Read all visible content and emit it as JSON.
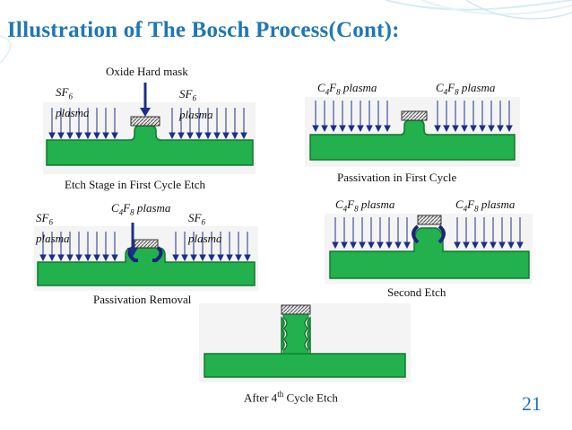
{
  "slide": {
    "title": "Illustration of The Bosch Process(Cont):",
    "page_number": "21"
  },
  "panels": {
    "p1": {
      "label_mask": "Oxide Hard mask",
      "label_left_sf": "SF",
      "label_left_sub": "6",
      "label_left_plasma": "plasma",
      "label_right_sf": "SF",
      "label_right_sub": "6",
      "label_right_plasma": "plasma",
      "caption": "Etch Stage in First Cycle Etch"
    },
    "p2": {
      "label_left_c": "C",
      "label_left_sub1": "4",
      "label_left_f": "F",
      "label_left_sub2": "8",
      "label_left_plasma": " plasma",
      "label_right_c": "C",
      "label_right_sub1": "4",
      "label_right_f": "F",
      "label_right_sub2": "8",
      "label_right_plasma": " plasma",
      "caption": "Passivation in First Cycle"
    },
    "p3": {
      "label_left_sf": "SF",
      "label_left_sub": "6",
      "label_left_plasma": "plasma",
      "label_mid_c": "C",
      "label_mid_sub1": "4",
      "label_mid_f": "F",
      "label_mid_sub2": "8",
      "label_mid_plasma": " plasma",
      "label_right_sf": "SF",
      "label_right_sub": "6",
      "label_right_plasma": "plasma",
      "caption": "Passivation Removal"
    },
    "p4": {
      "label_left_c": "C",
      "label_left_sub1": "4",
      "label_left_f": "F",
      "label_left_sub2": "8",
      "label_left_plasma": " plasma",
      "label_right_c": "C",
      "label_right_sub1": "4",
      "label_right_f": "F",
      "label_right_sub2": "8",
      "label_right_plasma": " plasma",
      "caption": "Second Etch"
    },
    "p5": {
      "caption_pre": "After 4",
      "caption_sup": "th",
      "caption_post": " Cycle Etch"
    }
  },
  "colors": {
    "title": "#1f77b4",
    "silicon": "#22b14c",
    "silicon_stroke": "#0f7a2c",
    "arrows": "#1c2f8c",
    "passivation": "#1a237e",
    "page_number": "#1f77b4"
  }
}
